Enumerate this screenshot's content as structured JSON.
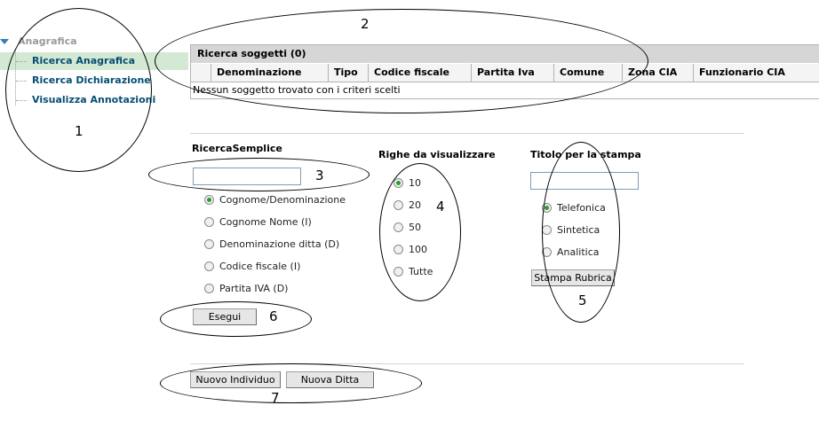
{
  "tree": {
    "root_label": "Anagrafica",
    "items": [
      {
        "label": "Ricerca Anagrafica",
        "selected": true
      },
      {
        "label": "Ricerca Dichiarazione",
        "selected": false
      },
      {
        "label": "Visualizza Annotazioni",
        "selected": false
      }
    ]
  },
  "results": {
    "title": "Ricerca soggetti (0)",
    "columns": [
      "",
      "Denominazione",
      "Tipo",
      "Codice fiscale",
      "Partita Iva",
      "Comune",
      "Zona CIA",
      "Funzionario CIA"
    ],
    "empty_message": "Nessun soggetto trovato con i criteri scelti"
  },
  "search": {
    "title": "RicercaSemplice",
    "input_value": "",
    "options": [
      {
        "label": "Cognome/Denominazione",
        "selected": true
      },
      {
        "label": "Cognome Nome (I)",
        "selected": false
      },
      {
        "label": "Denominazione ditta (D)",
        "selected": false
      },
      {
        "label": "Codice fiscale (I)",
        "selected": false
      },
      {
        "label": "Partita IVA (D)",
        "selected": false
      }
    ],
    "execute_label": "Esegui"
  },
  "rows": {
    "title": "Righe da visualizzare",
    "options": [
      {
        "label": "10",
        "selected": true
      },
      {
        "label": "20",
        "selected": false
      },
      {
        "label": "50",
        "selected": false
      },
      {
        "label": "100",
        "selected": false
      },
      {
        "label": "Tutte",
        "selected": false
      }
    ]
  },
  "print": {
    "title": "Titolo per la stampa",
    "input_value": "",
    "options": [
      {
        "label": "Telefonica",
        "selected": true
      },
      {
        "label": "Sintetica",
        "selected": false
      },
      {
        "label": "Analitica",
        "selected": false
      }
    ],
    "button_label": "Stampa Rubrica"
  },
  "actions": {
    "new_individual": "Nuovo Individuo",
    "new_company": "Nuova Ditta"
  },
  "annotations": [
    "1",
    "2",
    "3",
    "4",
    "5",
    "6",
    "7"
  ]
}
